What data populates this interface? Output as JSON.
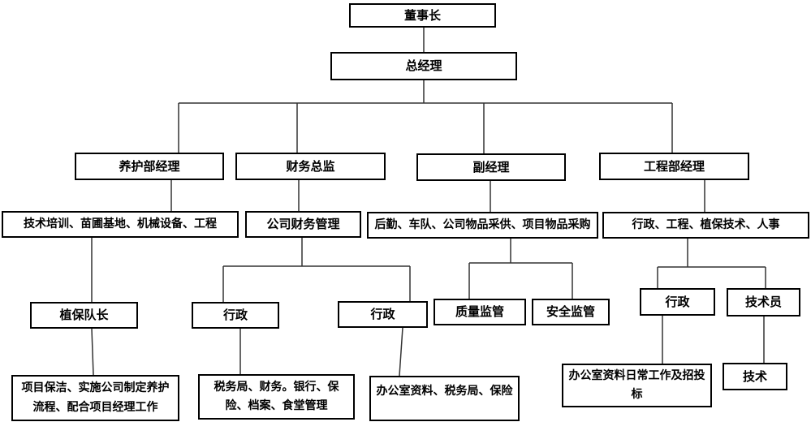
{
  "nodes": {
    "chairman": {
      "label": "董事长"
    },
    "gm": {
      "label": "总经理"
    },
    "maint_mgr": {
      "label": "养护部经理"
    },
    "finance_dir": {
      "label": "财务总监"
    },
    "deputy_mgr": {
      "label": "副经理"
    },
    "eng_mgr": {
      "label": "工程部经理"
    },
    "maint_scope": {
      "label": "技术培训、苗圃基地、机械设备、工程"
    },
    "company_finance": {
      "label": "公司财务管理"
    },
    "logistics": {
      "label": "后勤、车队、公司物品采供、项目物品采购"
    },
    "eng_scope": {
      "label": "行政、工程、植保技术、人事"
    },
    "plant_leader": {
      "label": "植保队长"
    },
    "admin1": {
      "label": "行政"
    },
    "admin2": {
      "label": "行政"
    },
    "quality": {
      "label": "质量监管"
    },
    "safety": {
      "label": "安全监管"
    },
    "admin3": {
      "label": "行政"
    },
    "technician": {
      "label": "技术员"
    },
    "project_clean": {
      "label": "项目保洁、实施公司制定养护流程、配合项目经理工作"
    },
    "tax_finance": {
      "label": "税务局、财务。银行、保险、档案、食堂管理"
    },
    "office_tax": {
      "label": "办公室资料、税务局、保险"
    },
    "office_daily": {
      "label": "办公室资料日常工作及招投标"
    },
    "tech": {
      "label": "技术"
    }
  },
  "colors": {
    "box_border": "#000000",
    "box_fill": "#ffffff",
    "connector": "#333333",
    "text": "#000000",
    "background": "#ffffff"
  }
}
